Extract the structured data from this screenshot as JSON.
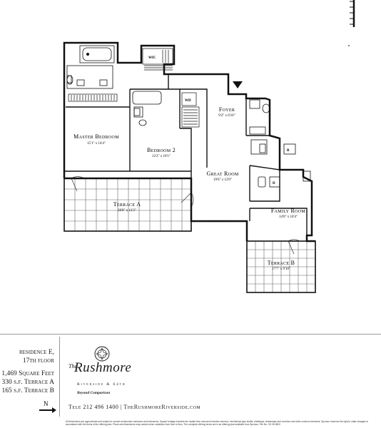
{
  "rooms": {
    "master_bedroom": {
      "name": "Master Bedroom",
      "dims": "15'1\" x 14'4\""
    },
    "bedroom_2": {
      "name": "Bedroom 2",
      "dims": "12'2\" x 10'1\""
    },
    "foyer": {
      "name": "Foyer",
      "dims": "9'2\" x 6'10\""
    },
    "great_room": {
      "name": "Great Room",
      "dims": "19'6\" x 12'0\""
    },
    "family_room": {
      "name": "Family Room",
      "dims": "14'0\" x 10'4\""
    },
    "terrace_a": {
      "name": "Terrace A",
      "dims": "26'8\" x 11'3\""
    },
    "terrace_b": {
      "name": "Terrace B",
      "dims": "17'7\" x 9'10\""
    }
  },
  "fixtures": {
    "wic": "WIC",
    "wd": "WD",
    "refrigerator": "R",
    "dishwasher": "D"
  },
  "residence": {
    "line1": "residence E,",
    "line2": "17th floor",
    "area": "1,469 Square Feet",
    "terrace_a": "330 s.f. Terrace A",
    "terrace_b": "165 s.f. Terrace B"
  },
  "compass_label": "N",
  "brand": {
    "the": "The",
    "name": "Rushmore",
    "subtitle": "Riverside & 64th",
    "tagline": "Beyond Comparison"
  },
  "contact": "Tele 212 496 1400 | TheRushmoreRiverside.com",
  "disclaimer": "All dimensions are approximate and subject to normal construction variances and tolerances. Square footage exceeds the usable floor area and includes columns, mechanical pipe shafts, shaftways, chaseways and corridors and other common elements. Sponsor reserves the right to make changes in accordance with the terms of the offering plan. Plans and dimensions may contain minor variations from floor to floor. The complete offering terms are in an offering plan available from Sponsor. File No. CD 05-0602."
}
